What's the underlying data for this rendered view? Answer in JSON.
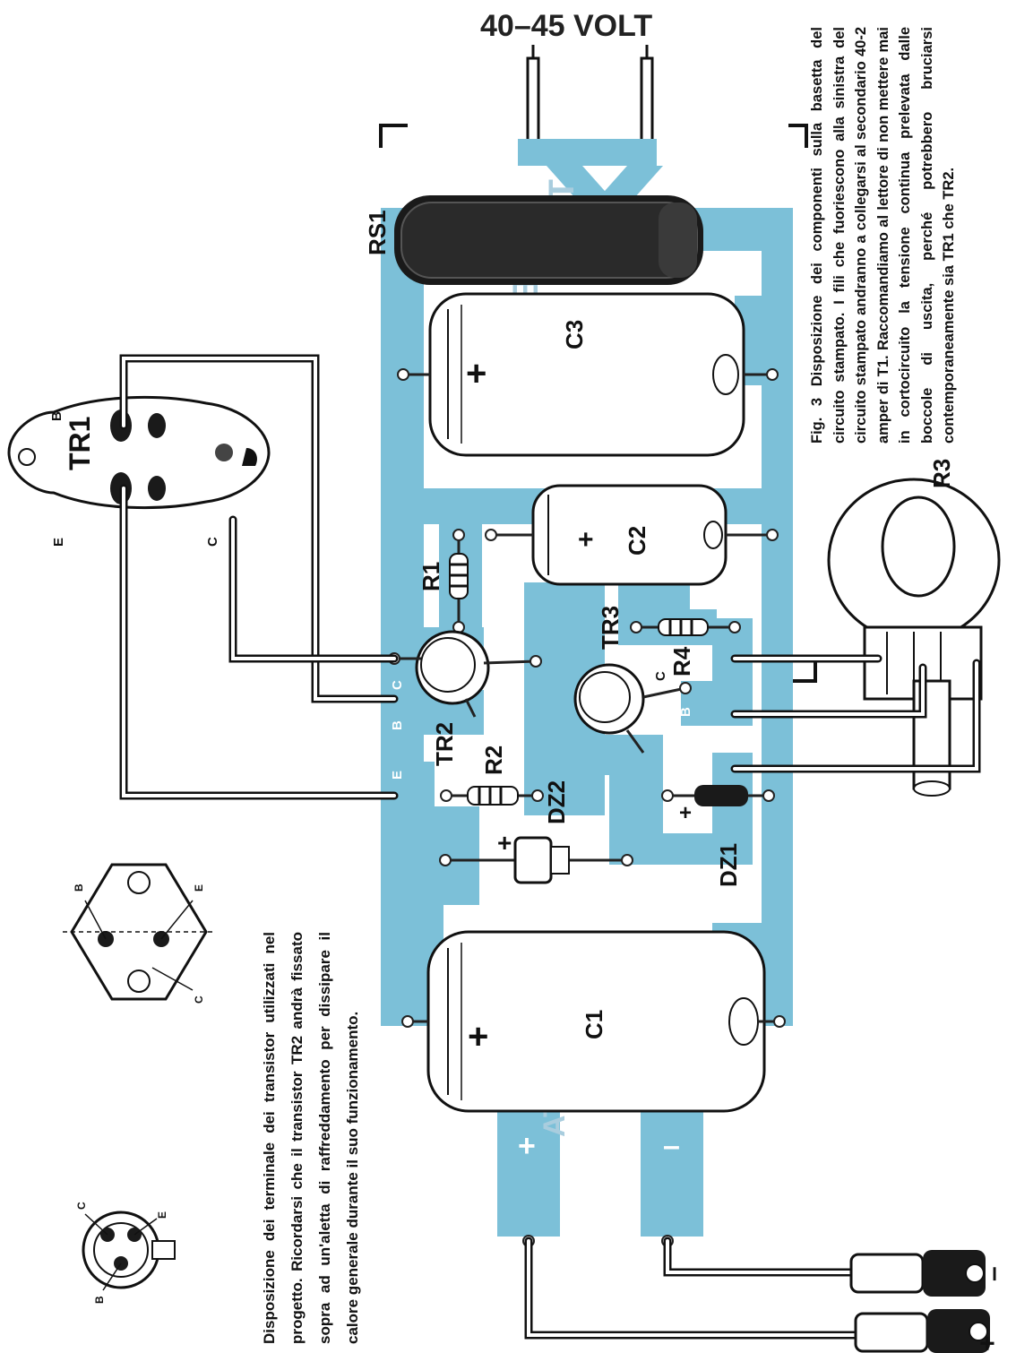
{
  "header": {
    "voltage_title": "40–45 VOLT"
  },
  "pcb": {
    "labels": {
      "t1": "T1",
      "rs1": "RS1",
      "c3": "C3",
      "c3_value": "EL 40",
      "c2": "C2",
      "c1": "C1",
      "r1": "R1",
      "r2": "R2",
      "r3": "R3",
      "r4": "R4",
      "tr1": "TR1",
      "tr2": "TR2",
      "tr3": "TR3",
      "dz1": "DZ1",
      "dz2": "DZ2",
      "uscita": "USCITA"
    },
    "pins": {
      "b": "B",
      "c": "C",
      "e": "E"
    },
    "polarity": {
      "plus": "+",
      "minus": "–"
    }
  },
  "captions": {
    "terminals": "Disposizione dei terminale dei transistor utilizzati nel progetto. Ricordarsi che il transistor TR2 andrà fissato sopra ad un'aletta di raffreddamento per dissipare il calore generale durante il suo funzionamento.",
    "fig3": "Fig. 3 Disposizione dei componenti sulla basetta del circuito stampato. I fili che fuoriescono alla sinistra del circuito stampato andranno a collegarsi al secondario 40-2 amper di T1. Raccomandiamo al lettore di non mettere mai in cortocircuito la tensione continua prelevata dalle boccole di uscita, perché potrebbero bruciarsi contemporaneamente sia TR1 che TR2."
  },
  "colors": {
    "trace": "#7cc0d8",
    "ink": "#111111",
    "paper": "#ffffff"
  }
}
